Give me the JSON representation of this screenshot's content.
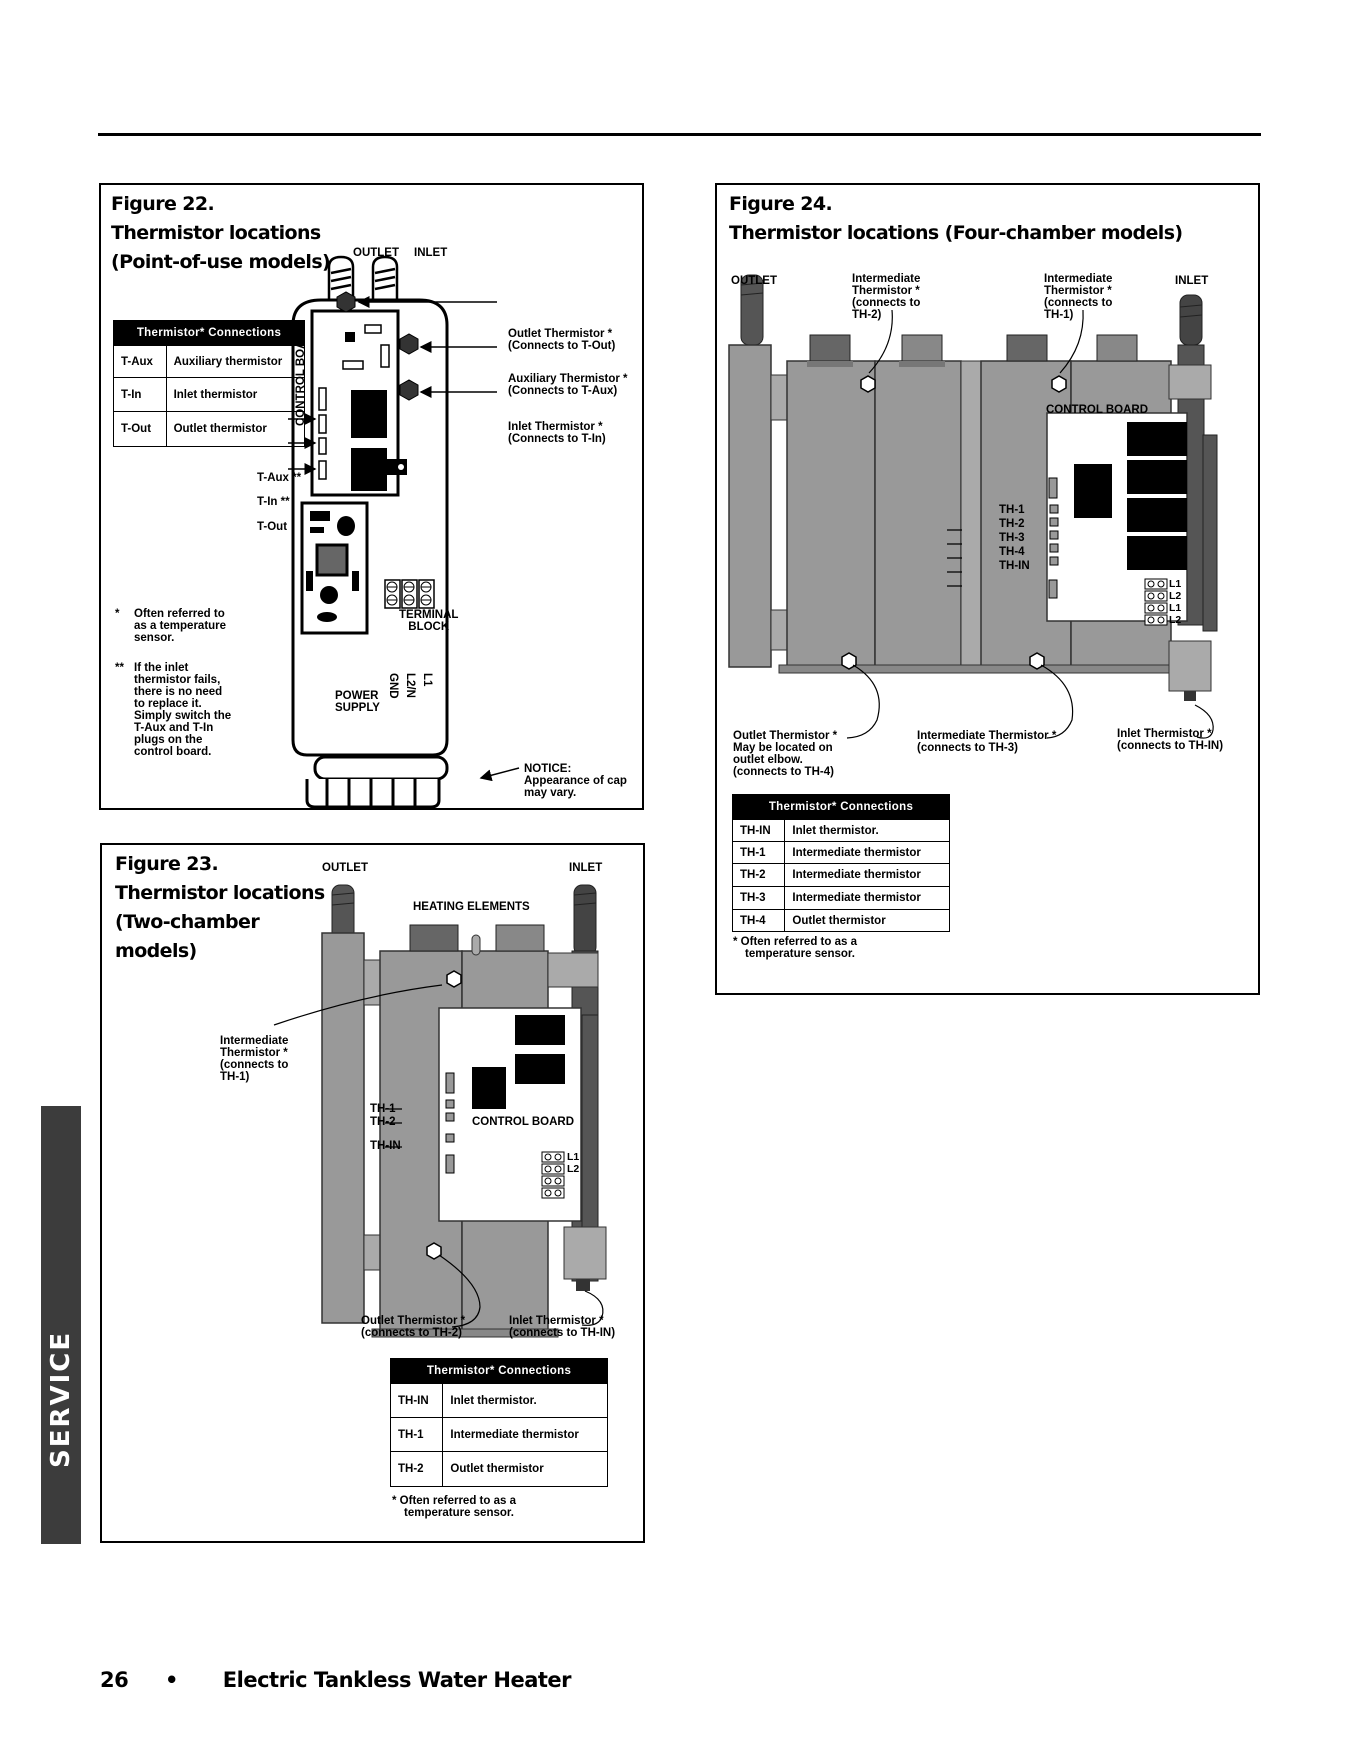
{
  "page": {
    "number": "26",
    "bullet": "•",
    "title": "Electric Tankless Water Heater",
    "side_tab": "SERVICE"
  },
  "fig22": {
    "title": [
      "Figure 22.",
      "Thermistor locations",
      "(Point-of-use models)"
    ],
    "top_labels": {
      "outlet": "OUTLET",
      "inlet": "INLET"
    },
    "control_board": "CONTROL BOARD",
    "terminal_block": [
      "TERMINAL",
      "BLOCK"
    ],
    "terminal_labels": [
      "GND",
      "L2/N",
      "L1"
    ],
    "power_supply": [
      "POWER",
      "SUPPLY"
    ],
    "callouts": {
      "outlet": [
        "Outlet Thermistor *",
        "(Connects to T-Out)"
      ],
      "aux": [
        "Auxiliary Thermistor *",
        "(Connects to T-Aux)"
      ],
      "inlet": [
        "Inlet Thermistor *",
        "(Connects to T-In)"
      ],
      "notice": [
        "NOTICE:",
        "Appearance of cap",
        "may vary."
      ]
    },
    "plugs": [
      "T-Aux **",
      "T-In **",
      "T-Out"
    ],
    "table": {
      "header": "Thermistor* Connections",
      "rows": [
        [
          "T-Aux",
          "Auxiliary thermistor"
        ],
        [
          "T-In",
          "Inlet thermistor"
        ],
        [
          "T-Out",
          "Outlet thermistor"
        ]
      ]
    },
    "note1": {
      "marker": "*",
      "lines": [
        "Often referred to",
        "as a temperature",
        "sensor."
      ]
    },
    "note2": {
      "marker": "**",
      "lines": [
        "If the inlet",
        "thermistor fails,",
        "there is no need",
        "to replace it.",
        "Simply switch the",
        "T-Aux and T-In",
        "plugs on the",
        "control board."
      ]
    }
  },
  "fig23": {
    "title": [
      "Figure 23.",
      "Thermistor locations",
      "(Two-chamber",
      "models)"
    ],
    "top_labels": {
      "outlet": "OUTLET",
      "inlet": "INLET"
    },
    "heating": "HEATING ELEMENTS",
    "control_board": "CONTROL BOARD",
    "plugs": [
      "TH-1",
      "TH-2",
      "TH-IN"
    ],
    "terminals": [
      "L1",
      "L2"
    ],
    "callouts": {
      "intermediate": [
        "Intermediate",
        "Thermistor *",
        "(connects to",
        "TH-1)"
      ],
      "outlet": [
        "Outlet Thermistor *",
        "(connects to TH-2)"
      ],
      "inlet": [
        "Inlet Thermistor *",
        "(connects to TH-IN)"
      ]
    },
    "table": {
      "header": "Thermistor* Connections",
      "rows": [
        [
          "TH-IN",
          "Inlet thermistor."
        ],
        [
          "TH-1",
          "Intermediate thermistor"
        ],
        [
          "TH-2",
          "Outlet thermistor"
        ]
      ]
    },
    "note": [
      "* Often referred to as a",
      "temperature sensor."
    ]
  },
  "fig24": {
    "title": [
      "Figure 24.",
      "Thermistor locations (Four-chamber models)"
    ],
    "top_labels": {
      "outlet": "OUTLET",
      "inlet": "INLET"
    },
    "control_board": "CONTROL BOARD",
    "plugs": [
      "TH-1",
      "TH-2",
      "TH-3",
      "TH-4",
      "TH-IN"
    ],
    "terminals": [
      "L1",
      "L2",
      "L1",
      "L2"
    ],
    "callouts": {
      "int_th2": [
        "Intermediate",
        "Thermistor *",
        "(connects to",
        "TH-2)"
      ],
      "int_th1": [
        "Intermediate",
        "Thermistor *",
        "(connects to",
        "TH-1)"
      ],
      "outlet": [
        "Outlet Thermistor *",
        "May be located on",
        "outlet elbow.",
        "(connects to TH-4)"
      ],
      "int_th3": [
        "Intermediate Thermistor *",
        "(connects to TH-3)"
      ],
      "inlet": [
        "Inlet Thermistor *",
        "(connects to TH-IN)"
      ]
    },
    "table": {
      "header": "Thermistor* Connections",
      "rows": [
        [
          "TH-IN",
          "Inlet thermistor."
        ],
        [
          "TH-1",
          "Intermediate thermistor"
        ],
        [
          "TH-2",
          "Intermediate thermistor"
        ],
        [
          "TH-3",
          "Intermediate thermistor"
        ],
        [
          "TH-4",
          "Outlet thermistor"
        ]
      ]
    },
    "note": [
      "* Often referred to as a",
      "temperature sensor."
    ]
  }
}
